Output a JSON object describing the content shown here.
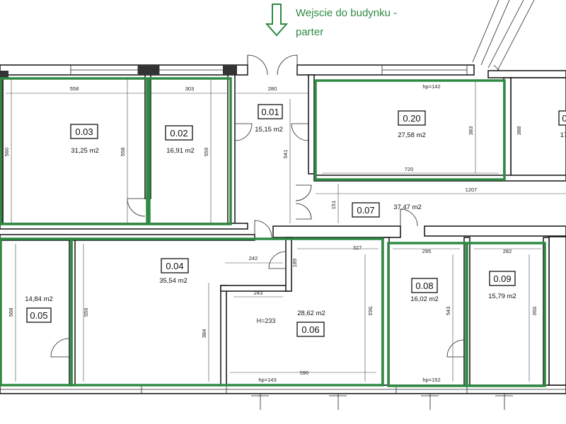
{
  "entrance": {
    "line1": "Wejscie do budynku -",
    "line2": "parter",
    "color": "#2f8a43",
    "arrow_icon": "down-arrow-icon"
  },
  "rooms": [
    {
      "id": "room-0-03",
      "number": "0.03",
      "area": "31,25 m2"
    },
    {
      "id": "room-0-02",
      "number": "0.02",
      "area": "16,91 m2"
    },
    {
      "id": "room-0-01",
      "number": "0.01",
      "area": "15,15 m2"
    },
    {
      "id": "room-0-20",
      "number": "0.20",
      "area": "27,58 m2"
    },
    {
      "id": "room-0-07",
      "number": "0.07",
      "area": "37,47 m2"
    },
    {
      "id": "room-0-04",
      "number": "0.04",
      "area": "35,54 m2"
    },
    {
      "id": "room-0-05",
      "number": "0.05",
      "area": "14,84 m2"
    },
    {
      "id": "room-0-06",
      "number": "0.06",
      "area": "28,62 m2"
    },
    {
      "id": "room-0-08",
      "number": "0.08",
      "area": "16,02 m2"
    },
    {
      "id": "room-0-09",
      "number": "0.09",
      "area": "15,79 m2"
    },
    {
      "id": "room-partial",
      "number": "0",
      "area": "17"
    }
  ],
  "dimensions": {
    "d558": "558",
    "d303": "303",
    "d280": "280",
    "d560a": "560",
    "d558b": "558",
    "d559a": "559",
    "d541": "541",
    "hp142": "hp=142",
    "d383": "383",
    "d388": "388",
    "d720": "720",
    "d1207": "1207",
    "d151": "151",
    "d295": "295",
    "d282": "282",
    "d242": "242",
    "d189": "189",
    "d327": "327",
    "d243": "243",
    "d568": "568",
    "d559b": "559",
    "d384": "384",
    "h233": "H=233",
    "d563": "563",
    "d543": "543",
    "d550": "550",
    "d590": "590",
    "hp143": "hp=143",
    "hp152": "hp=152"
  },
  "highlight_color": "#2f8a43"
}
